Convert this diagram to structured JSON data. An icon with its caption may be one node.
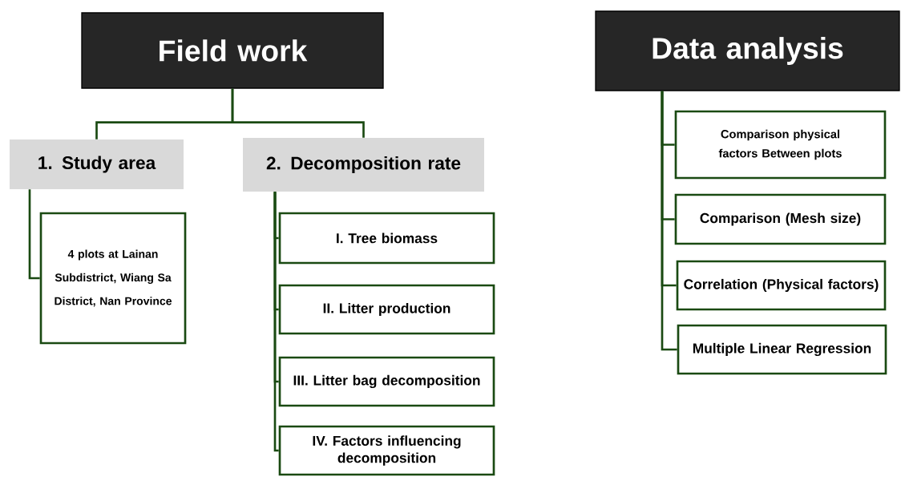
{
  "diagram": {
    "nodes": [
      {
        "text": [
          "Field work"
        ]
      },
      {
        "text": [
          "1. Study area"
        ]
      },
      {
        "text": [
          "2. Decomposition rate"
        ]
      },
      {
        "text": [
          "4 plots at Lainan Subdistrict, Wiang Sa District, Nan Province"
        ]
      },
      {
        "text": [
          "I. Tree biomass"
        ]
      },
      {
        "text": [
          "II. Litter production"
        ]
      },
      {
        "text": [
          "III. Litter bag decomposition"
        ]
      },
      {
        "text": [
          "IV. Factors influencing decomposition"
        ]
      },
      {
        "text": [
          "Data analysis"
        ]
      },
      {
        "text": [
          "Comparison physical factors Between plots"
        ]
      },
      {
        "text": [
          "Comparison (Mesh size)"
        ]
      },
      {
        "text": [
          "Correlation (Physical factors)"
        ]
      },
      {
        "text": [
          "Multiple Linear Regression"
        ]
      }
    ],
    "edges": [
      {
        "from": 0,
        "to": 1,
        "arrow": "none"
      },
      {
        "from": 0,
        "to": 2,
        "arrow": "none"
      },
      {
        "from": 1,
        "to": 3,
        "arrow": "none"
      },
      {
        "from": 2,
        "to": 4,
        "arrow": "none"
      },
      {
        "from": 2,
        "to": 5,
        "arrow": "none"
      },
      {
        "from": 2,
        "to": 6,
        "arrow": "none"
      },
      {
        "from": 2,
        "to": 7,
        "arrow": "none"
      },
      {
        "from": 8,
        "to": 9,
        "arrow": "none"
      },
      {
        "from": 8,
        "to": 10,
        "arrow": "none"
      },
      {
        "from": 8,
        "to": 11,
        "arrow": "none"
      },
      {
        "from": 8,
        "to": 12,
        "arrow": "none"
      }
    ]
  }
}
